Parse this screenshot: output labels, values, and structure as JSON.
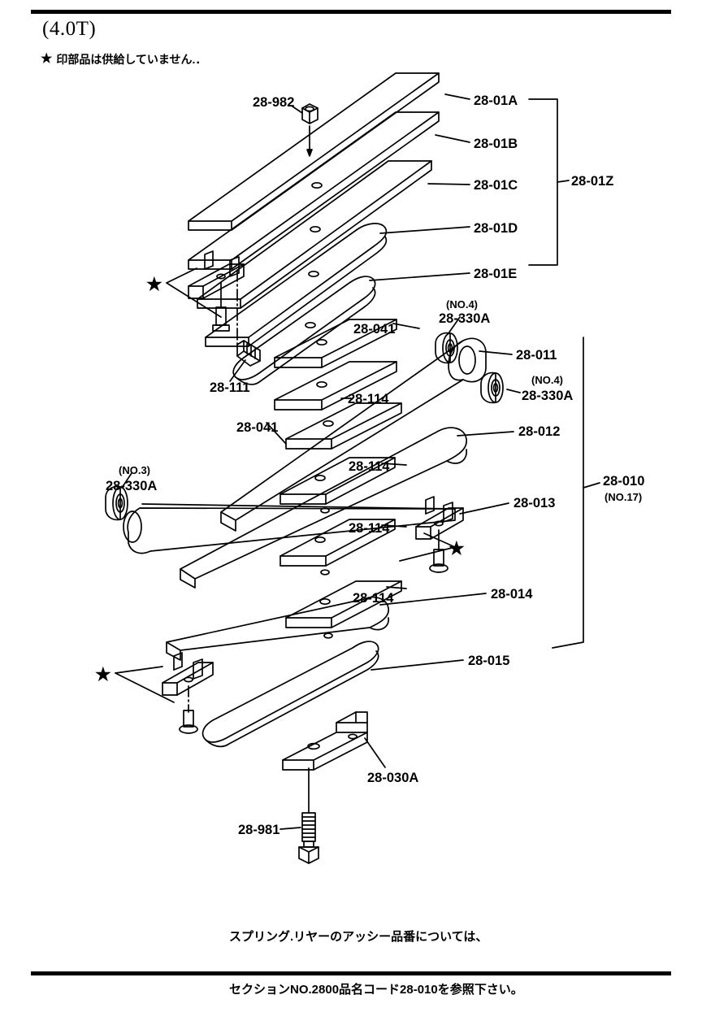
{
  "page": {
    "title": "(4.0T)",
    "note_star": "★",
    "note_text": "印部品は供給していません.．",
    "footer_line1": "スプリング.リヤーのアッシー品番については、",
    "footer_line2": "セクションNO.2800品名コード28-010を参照下さい。"
  },
  "labels": {
    "nut_top": "28-982",
    "leaf_a": "28-01A",
    "leaf_b": "28-01B",
    "leaf_c": "28-01C",
    "leaf_d": "28-01D",
    "leaf_e": "28-01E",
    "leaf_group": "28-01Z",
    "clip_upper": "28-041",
    "bolt_center": "28-111",
    "clip_lower": "28-041",
    "spacer_1": "28-114",
    "spacer_2": "28-114",
    "spacer_3": "28-114",
    "spacer_4": "28-114",
    "bushing_no3_qty": "(NO.3)",
    "bushing_no3": "28-330A",
    "bushing_no4_upper_qty": "(NO.4)",
    "bushing_no4_upper": "28-330A",
    "bushing_no4_lower_qty": "(NO.4)",
    "bushing_no4_lower": "28-330A",
    "leaf_011": "28-011",
    "leaf_012": "28-012",
    "leaf_013": "28-013",
    "leaf_014": "28-014",
    "leaf_015": "28-015",
    "assembly": "28-010",
    "assembly_qty": "(NO.17)",
    "plate_bottom": "28-030A",
    "bolt_bottom": "28-981",
    "star_left_upper": "★",
    "star_right_mid": "★",
    "star_left_lower": "★"
  },
  "colors": {
    "line": "#000000",
    "background": "#ffffff"
  }
}
